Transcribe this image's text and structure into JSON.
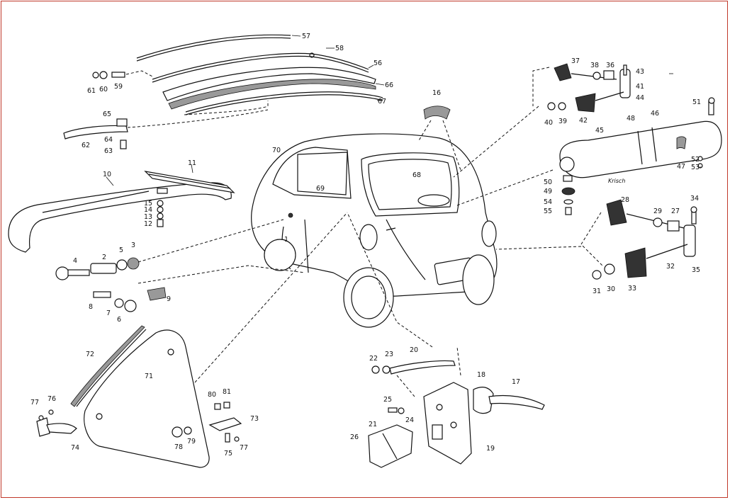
{
  "diagram": {
    "callouts": [
      "1",
      "2",
      "3",
      "4",
      "5",
      "6",
      "7",
      "8",
      "9",
      "10",
      "11",
      "12",
      "13",
      "14",
      "15",
      "16",
      "17",
      "18",
      "19",
      "20",
      "21",
      "22",
      "23",
      "24",
      "25",
      "26",
      "27",
      "28",
      "29",
      "30",
      "31",
      "32",
      "33",
      "34",
      "35",
      "36",
      "37",
      "38",
      "39",
      "40",
      "41",
      "42",
      "43",
      "44",
      "45",
      "46",
      "47",
      "48",
      "49",
      "50",
      "51",
      "52",
      "53",
      "54",
      "55",
      "56",
      "57",
      "58",
      "59",
      "60",
      "61",
      "62",
      "63",
      "64",
      "65",
      "66",
      "67",
      "68",
      "69",
      "70",
      "71",
      "72",
      "73",
      "74",
      "75",
      "76",
      "77",
      "78",
      "79",
      "80",
      "81"
    ],
    "signature": "Krisch"
  },
  "colors": {
    "frame": "#c0392b",
    "line": "#111111",
    "background": "#ffffff"
  }
}
